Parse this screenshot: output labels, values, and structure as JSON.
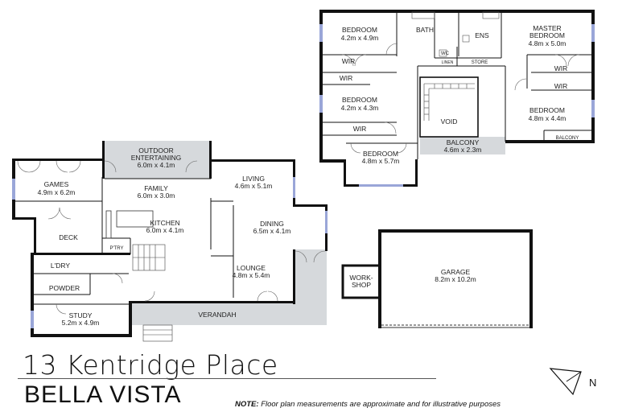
{
  "address": {
    "street": "13 Kentridge Place",
    "suburb": "BELLA VISTA"
  },
  "note": {
    "prefix": "NOTE:",
    "text": "Floor plan measurements are approximate and for illustrative purposes"
  },
  "compass": {
    "letter": "N"
  },
  "upper_floor": {
    "bedroom_nw": {
      "name": "BEDROOM",
      "size": "4.2m x 4.9m"
    },
    "bath": {
      "name": "BATH"
    },
    "ens": {
      "name": "ENS"
    },
    "master": {
      "name1": "MASTER",
      "name2": "BEDROOM",
      "size": "4.8m x 5.0m"
    },
    "wc": {
      "name": "WC"
    },
    "linen": {
      "name": "LINEN"
    },
    "store": {
      "name": "STORE"
    },
    "wir_a": {
      "name": "WIR"
    },
    "wir_b": {
      "name": "WIR"
    },
    "wir_c": {
      "name": "WIR"
    },
    "wir_d": {
      "name": "WIR"
    },
    "wir_e": {
      "name": "WIR"
    },
    "bedroom_w": {
      "name": "BEDROOM",
      "size": "4.2m x 4.3m"
    },
    "void": {
      "name": "VOID"
    },
    "bedroom_e": {
      "name": "BEDROOM",
      "size": "4.8m x 4.4m"
    },
    "balcony_small": {
      "name": "BALCONY"
    },
    "balcony": {
      "name": "BALCONY",
      "size": "4.6m x 2.3m"
    },
    "bedroom_s": {
      "name": "BEDROOM",
      "size": "4.8m x 5.7m"
    }
  },
  "ground_floor": {
    "outdoor": {
      "name1": "OUTDOOR",
      "name2": "ENTERTAINING",
      "size": "6.0m x 4.1m"
    },
    "games": {
      "name": "GAMES",
      "size": "4.9m x 6.2m"
    },
    "family": {
      "name": "FAMILY",
      "size": "6.0m x 3.0m"
    },
    "living": {
      "name": "LIVING",
      "size": "4.6m x 5.1m"
    },
    "kitchen": {
      "name": "KITCHEN",
      "size": "6.0m x 4.1m"
    },
    "dining": {
      "name": "DINING",
      "size": "6.5m x 4.1m"
    },
    "deck": {
      "name": "DECK"
    },
    "ptry": {
      "name": "P'TRY"
    },
    "ldry": {
      "name": "L'DRY"
    },
    "powder": {
      "name": "POWDER"
    },
    "lounge": {
      "name": "LOUNGE",
      "size": "4.8m x 5.4m"
    },
    "study": {
      "name": "STUDY",
      "size": "5.2m x 4.9m"
    },
    "verandah": {
      "name": "VERANDAH"
    }
  },
  "garage": {
    "garage": {
      "name": "GARAGE",
      "size": "8.2m x 10.2m"
    },
    "workshop": {
      "name1": "WORK-",
      "name2": "SHOP"
    }
  }
}
